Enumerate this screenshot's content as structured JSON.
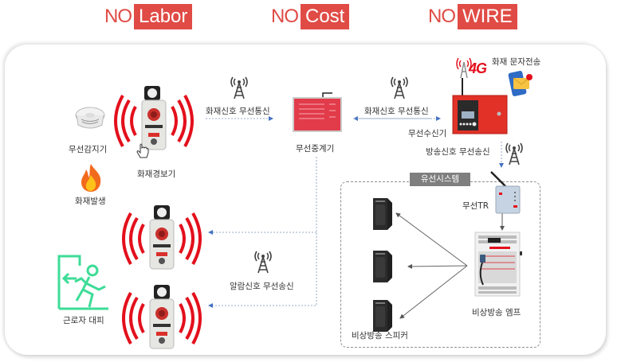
{
  "header": {
    "badges": [
      {
        "prefix": "NO",
        "word": "Labor"
      },
      {
        "prefix": "NO",
        "word": "Cost"
      },
      {
        "prefix": "NO",
        "word": "WIRE"
      }
    ]
  },
  "colors": {
    "accent_red": "#e04b45",
    "arrow_blue": "#4472c4",
    "exit_green": "#3ddc97",
    "wired_title_bg": "#7f7f7f"
  },
  "nodes": {
    "wireless_detector": "무선감지기",
    "fire_occurs": "화재발생",
    "fire_alarm": "화재경보기",
    "wireless_repeater": "무선중계기",
    "wireless_receiver": "무선수신기",
    "sms_label": "화재 문자전송",
    "network_badge": "4G",
    "wireless_tr": "무선TR",
    "emergency_amp": "비상방송 엠프",
    "emergency_speaker": "비상방송 스피커",
    "worker_evacuation": "근로자 대피"
  },
  "links": {
    "fire_signal_wireless_1": "화재신호 무선통신",
    "fire_signal_wireless_2": "화재신호 무선통신",
    "broadcast_signal_wireless": "방송신호 무선송신",
    "alarm_signal_wireless": "알람신호 무선송신"
  },
  "wired_system": {
    "title": "유선시스템"
  }
}
